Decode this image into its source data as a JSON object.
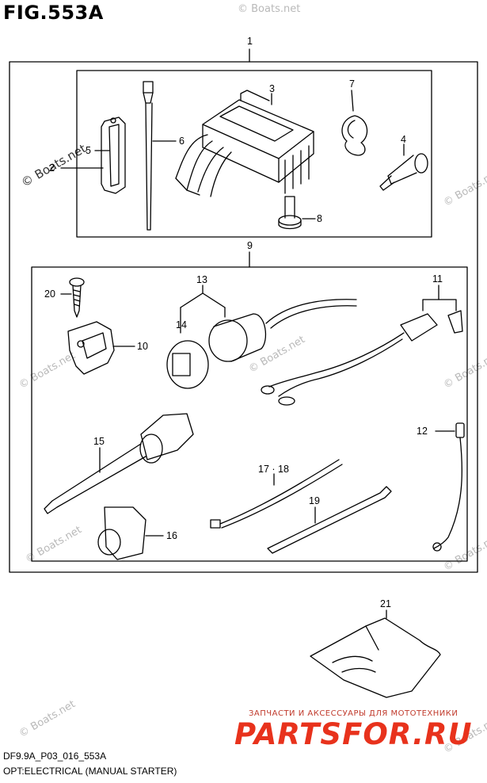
{
  "figure": {
    "title": "FIG.553A",
    "code": "DF9.9A_P03_016_553A",
    "name": "OPT:ELECTRICAL (MANUAL STARTER)"
  },
  "watermark": "© Boats.net",
  "promo": {
    "tagline": "ЗАПЧАСТИ И АКСЕССУАРЫ ДЛЯ МОТОТЕХНИКИ",
    "brand": "PARTSFOR.RU"
  },
  "callouts": {
    "c1": "1",
    "c2": "2",
    "c3": "3",
    "c4": "4",
    "c5": "5",
    "c6": "6",
    "c7": "7",
    "c8": "8",
    "c9": "9",
    "c10": "10",
    "c11": "11",
    "c12": "12",
    "c13": "13",
    "c14": "14",
    "c15": "15",
    "c16": "16",
    "c17_18": "17 · 18",
    "c19": "19",
    "c20": "20",
    "c21": "21"
  }
}
